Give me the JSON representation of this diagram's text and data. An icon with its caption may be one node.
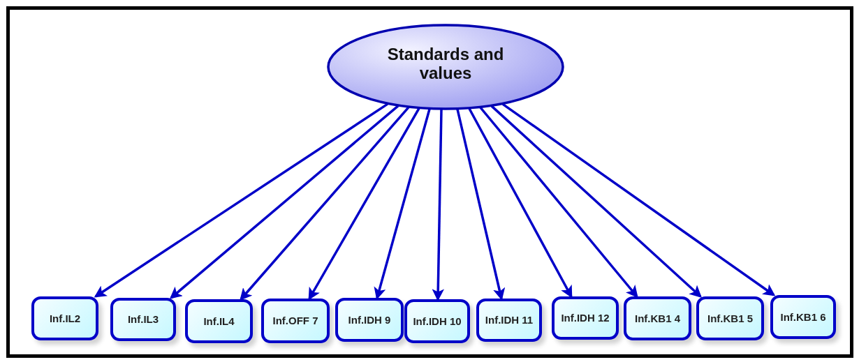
{
  "diagram": {
    "nodes": [
      {
        "text": [
          "Standards and values"
        ]
      },
      {
        "text": [
          "Inf.IL2"
        ]
      },
      {
        "text": [
          "Inf.IL3"
        ]
      },
      {
        "text": [
          "Inf.IL4"
        ]
      },
      {
        "text": [
          "Inf.OFF 7"
        ]
      },
      {
        "text": [
          "Inf.IDH 9"
        ]
      },
      {
        "text": [
          "Inf.IDH 10"
        ]
      },
      {
        "text": [
          "Inf.IDH 11"
        ]
      },
      {
        "text": [
          "Inf.IDH 12"
        ]
      },
      {
        "text": [
          "Inf.KB1 4"
        ]
      },
      {
        "text": [
          "Inf.KB1 5"
        ]
      },
      {
        "text": [
          "Inf.KB1 6"
        ]
      }
    ],
    "edges": [
      {
        "from": 0,
        "to": 1,
        "arrow": "to"
      },
      {
        "from": 0,
        "to": 2,
        "arrow": "to"
      },
      {
        "from": 0,
        "to": 3,
        "arrow": "to"
      },
      {
        "from": 0,
        "to": 4,
        "arrow": "to"
      },
      {
        "from": 0,
        "to": 5,
        "arrow": "to"
      },
      {
        "from": 0,
        "to": 6,
        "arrow": "to"
      },
      {
        "from": 0,
        "to": 7,
        "arrow": "to"
      },
      {
        "from": 0,
        "to": 8,
        "arrow": "to"
      },
      {
        "from": 0,
        "to": 9,
        "arrow": "to"
      },
      {
        "from": 0,
        "to": 10,
        "arrow": "to"
      },
      {
        "from": 0,
        "to": 11,
        "arrow": "to"
      }
    ]
  }
}
